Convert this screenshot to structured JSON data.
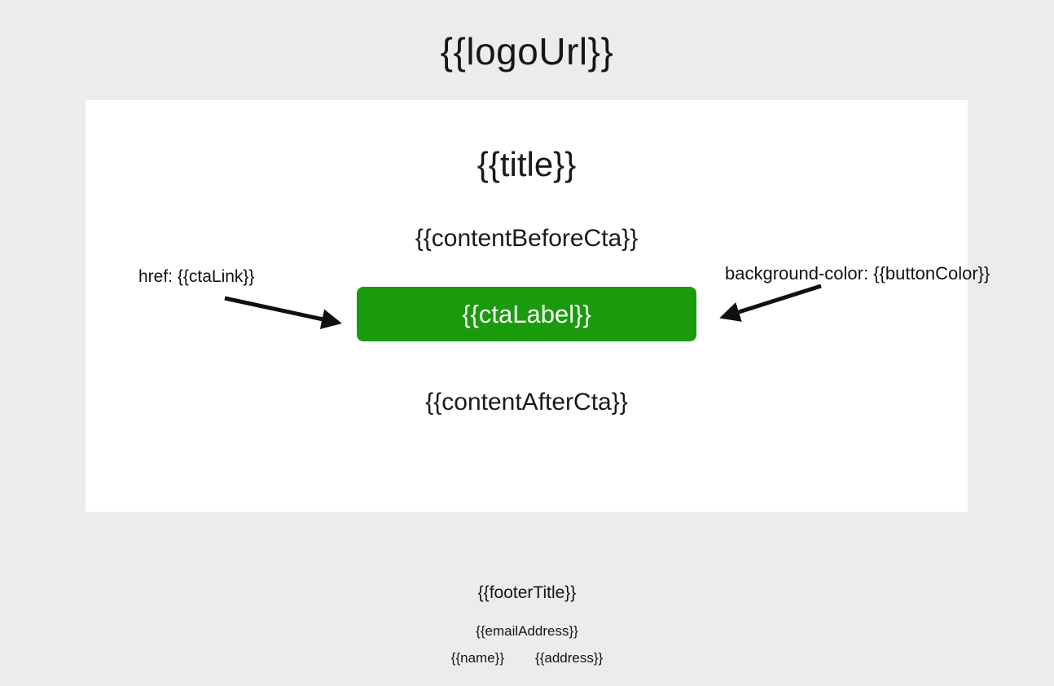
{
  "colors": {
    "page_background": "#ececec",
    "card_background": "#ffffff",
    "button_color": "#1a9b0e",
    "button_text": "#ffffff",
    "annotation_text": "#111111"
  },
  "header": {
    "logo_placeholder": "{{logoUrl}}"
  },
  "card": {
    "title": "{{title}}",
    "content_before_cta": "{{contentBeforeCta}}",
    "cta": {
      "label": "{{ctaLabel}}"
    },
    "content_after_cta": "{{contentAfterCta}}"
  },
  "annotations": {
    "cta_link": "href: {{ctaLink}}",
    "button_color": "background-color: {{buttonColor}}"
  },
  "footer": {
    "title": "{{footerTitle}}",
    "email_address": "{{emailAddress}}",
    "name": "{{name}}",
    "address": "{{address}}"
  }
}
